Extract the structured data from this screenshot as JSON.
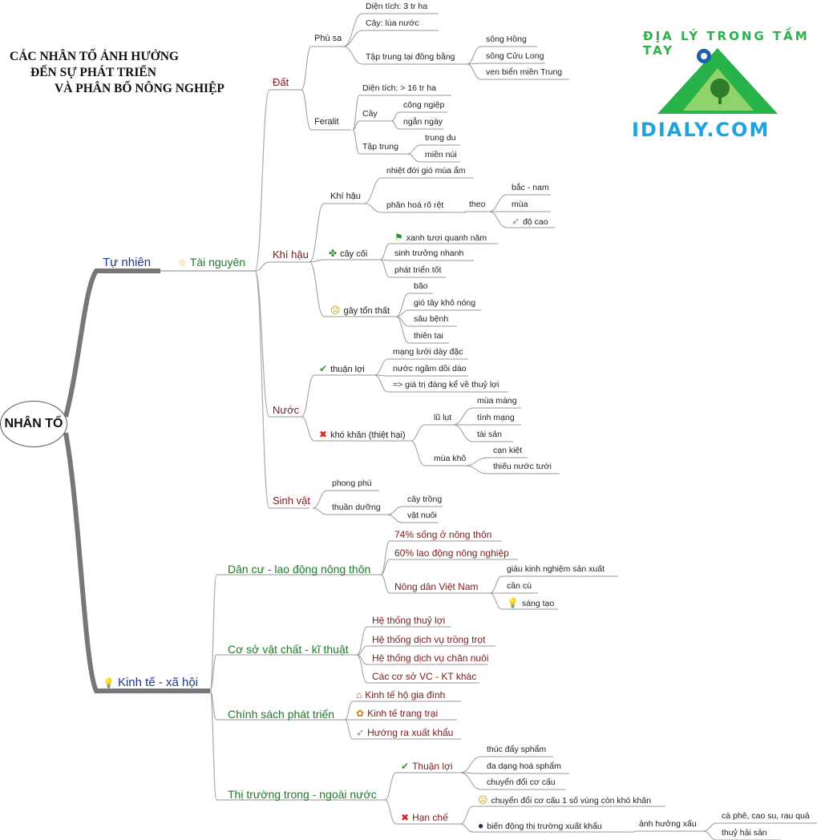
{
  "title": [
    "CÁC NHÂN TỐ ẢNH HƯỞNG",
    "ĐẾN SỰ PHÁT TRIỂN",
    "VÀ PHÂN BỐ NÔNG NGHIỆP"
  ],
  "logo": {
    "arc_text": "ĐỊA LÝ TRONG TẦM TAY",
    "domain": "IDIALY.COM"
  },
  "root": "NHÂN TỐ",
  "branches": {
    "tu_nhien": "Tự nhiên",
    "tai_nguyen": "Tài nguyên",
    "dat": "Đất",
    "phu_sa": "Phù sa",
    "phu_sa_dien_tich": "Diện tích: 3 tr ha",
    "phu_sa_cay": "Cây: lúa nước",
    "phu_sa_tap_trung": "Tập trung tại đồng bằng",
    "song_hong": "sông Hồng",
    "song_cuu_long": "sông Cửu Long",
    "ven_bien": "ven biển miền Trung",
    "feralit": "Feralit",
    "feralit_dien_tich": "Diện tích: > 16 tr ha",
    "feralit_cay": "Cây",
    "cong_nghiep": "công ngiệp",
    "ngan_ngay": "ngắn ngày",
    "feralit_tap_trung": "Tập trung",
    "trung_du": "trung du",
    "mien_nui": "miền núi",
    "khi_hau": "Khí hậu",
    "khi_hau_sub": "Khí hậu",
    "nhiet_doi": "nhiệt đới gió mùa ẩm",
    "phan_hoa": "phân hoá rõ rệt",
    "theo": "theo",
    "bac_nam": "bắc - nam",
    "mua": "mùa",
    "do_cao": "độ cao",
    "cay_coi": "cây cối",
    "xanh_tuoi": "xanh tươi quanh năm",
    "sinh_truong": "sinh trưởng nhanh",
    "phat_trien_tot": "phát triển tốt",
    "gay_ton_that": "gây tổn thất",
    "bao": "bão",
    "gio_tay": "gió tây khô nóng",
    "sau_benh": "sâu bệnh",
    "thien_tai": "thiên tai",
    "nuoc": "Nước",
    "thuan_loi": "thuận lợi",
    "mang_luoi": "mạng lưới dày đặc",
    "nuoc_ngam": "nước ngầm dồi dào",
    "gia_tri": "=> giá trị đáng kể về thuỷ lợi",
    "kho_khan": "khó khăn (thiệt hại)",
    "lu_lut": "lũ lụt",
    "mua_mang": "mùa màng",
    "tinh_mang": "tính mạng",
    "tai_san": "tài sản",
    "mua_kho": "mùa khô",
    "can_kiet": "cạn kiệt",
    "thieu_nuoc": "thiếu nước tưới",
    "sinh_vat": "Sinh vật",
    "phong_phu": "phong phú",
    "thuan_duong": "thuần dưỡng",
    "cay_trong": "cây trồng",
    "vat_nuoi": "vật nuôi",
    "kinh_te": "Kinh tế - xã hội",
    "dan_cu": "Dân cư - lao động nông thôn",
    "pct74": "74% sống ở nông thôn",
    "pct60": "60% lao động nông nghiệp",
    "nong_dan": "Nông dân Việt Nam",
    "giau_kinh_nghiem": "giàu kinh nghiệm sản xuất",
    "can_cu": "cần cù",
    "sang_tao": "sáng tạo",
    "co_so": "Cơ sở vật chất - kĩ thuật",
    "thuy_loi": "Hệ thống thuỷ lợi",
    "trong_trot": "Hệ thống dịch vụ trồng trọt",
    "chan_nuoi": "Hệ thống dịch vụ chăn nuôi",
    "cac_co_so": "Các cơ sở VC - KT khác",
    "chinh_sach": "Chính sách phát triển",
    "ho_gia_dinh": "Kinh tế hộ gia đình",
    "trang_trai": "Kinh tế trang trại",
    "xuat_khau": "Hướng ra xuất khẩu",
    "thi_truong": "Thị trường trong - ngoài nước",
    "tt_thuan_loi": "Thuận lợi",
    "thuc_day": "thúc đẩy sphẩm",
    "da_dang": "đa dạng hoá sphẩm",
    "chuyen_doi": "chuyển đổi cơ cấu",
    "han_che": "Hạn chế",
    "chuyen_doi_kho": "chuyển đổi cơ cấu 1 số vùng còn khó khăn",
    "bien_dong": "biến động thị trường xuất khẩu",
    "anh_huong": "ảnh hưởng xấu",
    "ca_phe": "cà phê, cao su, rau quả",
    "thuy_hai_san": "thuỷ hải sản"
  },
  "colors": {
    "red_label": "#7a1c1c",
    "green_label": "#1f7a2a",
    "blue_label": "#1c3a8a",
    "logo_green": "#27b34a",
    "logo_blue": "#1fa3e0"
  }
}
